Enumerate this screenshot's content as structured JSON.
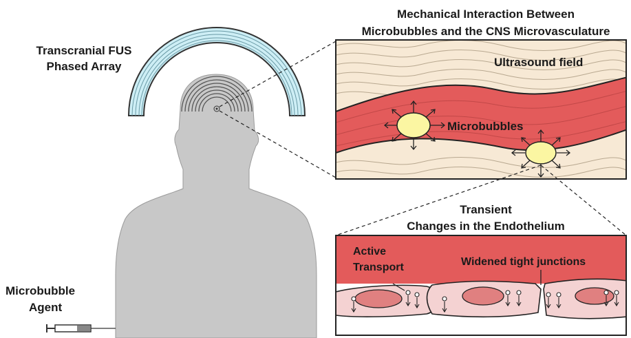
{
  "labels": {
    "fus_array_line1": "Transcranial FUS",
    "fus_array_line2": "Phased Array",
    "mech_title_line1": "Mechanical Interaction Between",
    "mech_title_line2": "Microbubbles and the CNS Microvasculature",
    "ultrasound_field": "Ultrasound field",
    "microbubbles": "Microbubbles",
    "transient_line1": "Transient",
    "transient_line2": "Changes in the Endothelium",
    "active_transport_line1": "Active",
    "active_transport_line2": "Transport",
    "widened_tight_junctions": "Widened tight junctions",
    "agent_line1": "Microbubble",
    "agent_line2": "Agent"
  },
  "colors": {
    "silhouette": "#c8c8c8",
    "array_fill": "#cdeef5",
    "tissue": "#f7e9d5",
    "vessel": "#e35b5b",
    "bubble": "#fbf6a2",
    "endothelium": "#f4d2d2",
    "nucleus": "#e08080"
  }
}
